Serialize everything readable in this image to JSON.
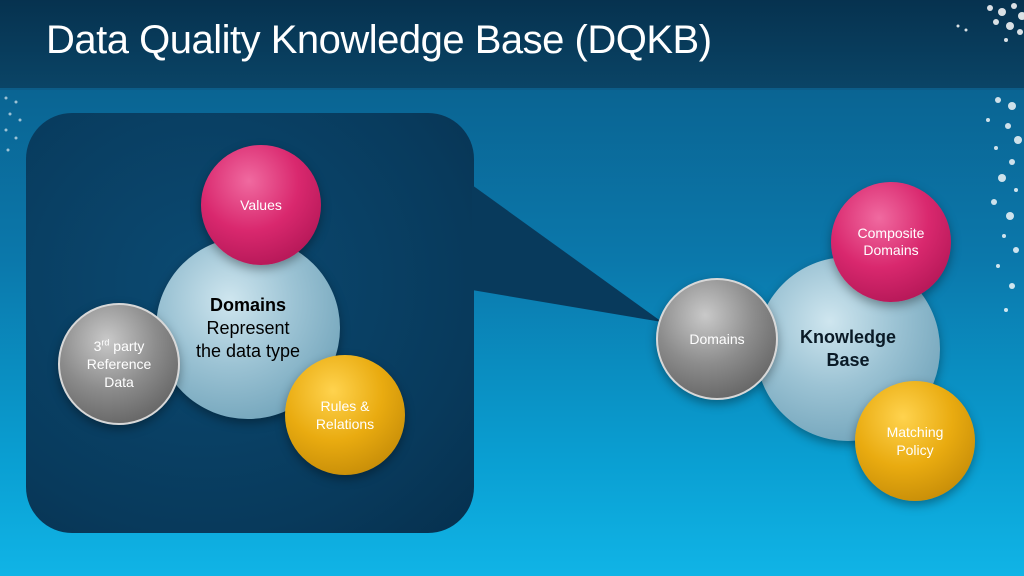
{
  "slide": {
    "title": "Data Quality Knowledge Base (DQKB)"
  },
  "left_diagram": {
    "center": {
      "heading": "Domains",
      "line1": "Represent",
      "line2": "the data type"
    },
    "values": {
      "label": "Values"
    },
    "reference": {
      "super_prefix": "3",
      "super": "rd",
      "line1_rest": " party",
      "line2": "Reference",
      "line3": "Data"
    },
    "rules": {
      "line1": "Rules &",
      "line2": "Relations"
    }
  },
  "right_diagram": {
    "center": {
      "line1": "Knowledge",
      "line2": "Base"
    },
    "composite": {
      "line1": "Composite",
      "line2": "Domains"
    },
    "domains": {
      "label": "Domains"
    },
    "matching": {
      "line1": "Matching",
      "line2": "Policy"
    }
  },
  "colors": {
    "pink": "#d9286e",
    "gold": "#e9ab10",
    "gray": "#8c8c8c",
    "light_blue": "#9cc3d4",
    "panel": "#083a5c"
  }
}
